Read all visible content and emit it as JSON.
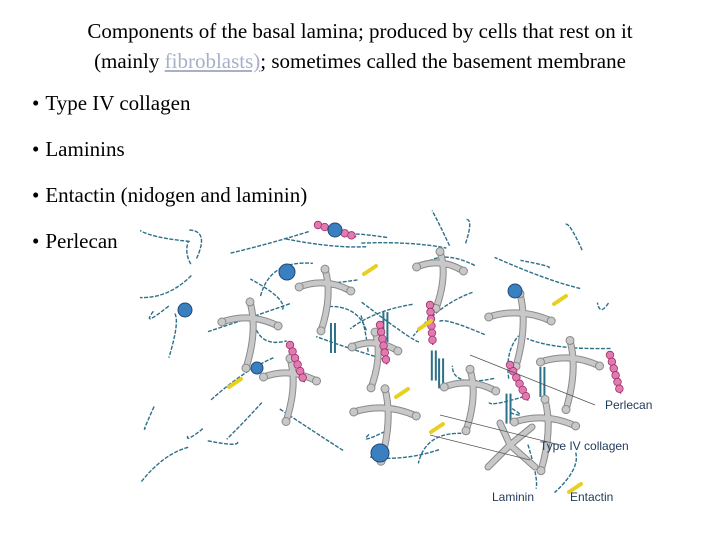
{
  "heading": {
    "line1": "Components of the basal lamina; produced by cells that rest on it",
    "line2_before": "(mainly ",
    "line2_link": "fibroblasts)",
    "line2_after": "; sometimes called the basement membrane"
  },
  "bullet_char": "•",
  "bullets": [
    "Type IV collagen",
    "Laminins",
    "Entactin (nidogen and laminin)",
    "Perlecan"
  ],
  "figure": {
    "labels": {
      "perlecan": "Perlecan",
      "collagen": "Type IV collagen",
      "laminin": "Laminin",
      "entactin": "Entactin"
    },
    "colors": {
      "collagen": "#2d7088",
      "laminin": "#c8c8c8",
      "laminin_edge": "#8a8a8a",
      "perlecan_core": "#a0306a",
      "perlecan_bead": "#e07ab0",
      "entactin": "#e8d020",
      "sphere": "#3a80c0"
    }
  }
}
